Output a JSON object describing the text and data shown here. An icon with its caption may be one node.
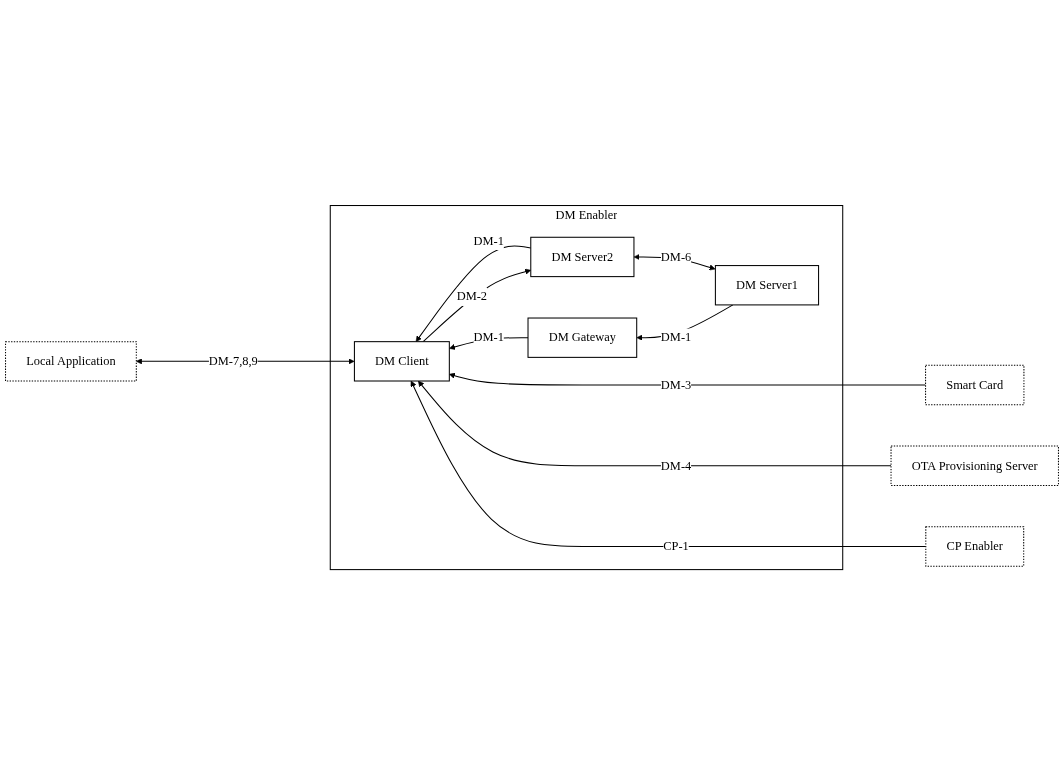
{
  "diagram": {
    "nodes": [
      {
        "text": [
          "DM Enabler"
        ]
      },
      {
        "text": [
          "DM Server1"
        ],
        "in": 0
      },
      {
        "text": [
          "DM Server2"
        ],
        "in": 0
      },
      {
        "text": [
          "DM Gateway"
        ],
        "in": 0
      },
      {
        "text": [
          "DM Client"
        ],
        "in": 0
      },
      {
        "text": [
          "Smart Card"
        ]
      },
      {
        "text": [
          "OTA Provisioning Server"
        ]
      },
      {
        "text": [
          "CP Enabler"
        ]
      },
      {
        "text": [
          "Local Application"
        ]
      }
    ],
    "edges": [
      {
        "from": 1,
        "to": 2,
        "arrow": "both",
        "label": "DM-6"
      },
      {
        "from": 1,
        "to": 3,
        "arrow": "to",
        "label": "DM-1"
      },
      {
        "from": 2,
        "to": 4,
        "arrow": "to",
        "label": "DM-1"
      },
      {
        "from": 4,
        "to": 2,
        "arrow": "to",
        "label": "DM-2"
      },
      {
        "from": 3,
        "to": 4,
        "arrow": "to",
        "label": "DM-1"
      },
      {
        "from": 5,
        "to": 4,
        "arrow": "to",
        "label": "DM-3"
      },
      {
        "from": 6,
        "to": 4,
        "arrow": "to",
        "label": "DM-4"
      },
      {
        "from": 7,
        "to": 4,
        "arrow": "to",
        "label": "CP-1"
      },
      {
        "from": 4,
        "to": 8,
        "arrow": "both",
        "label": "DM-7,8,9"
      }
    ]
  }
}
